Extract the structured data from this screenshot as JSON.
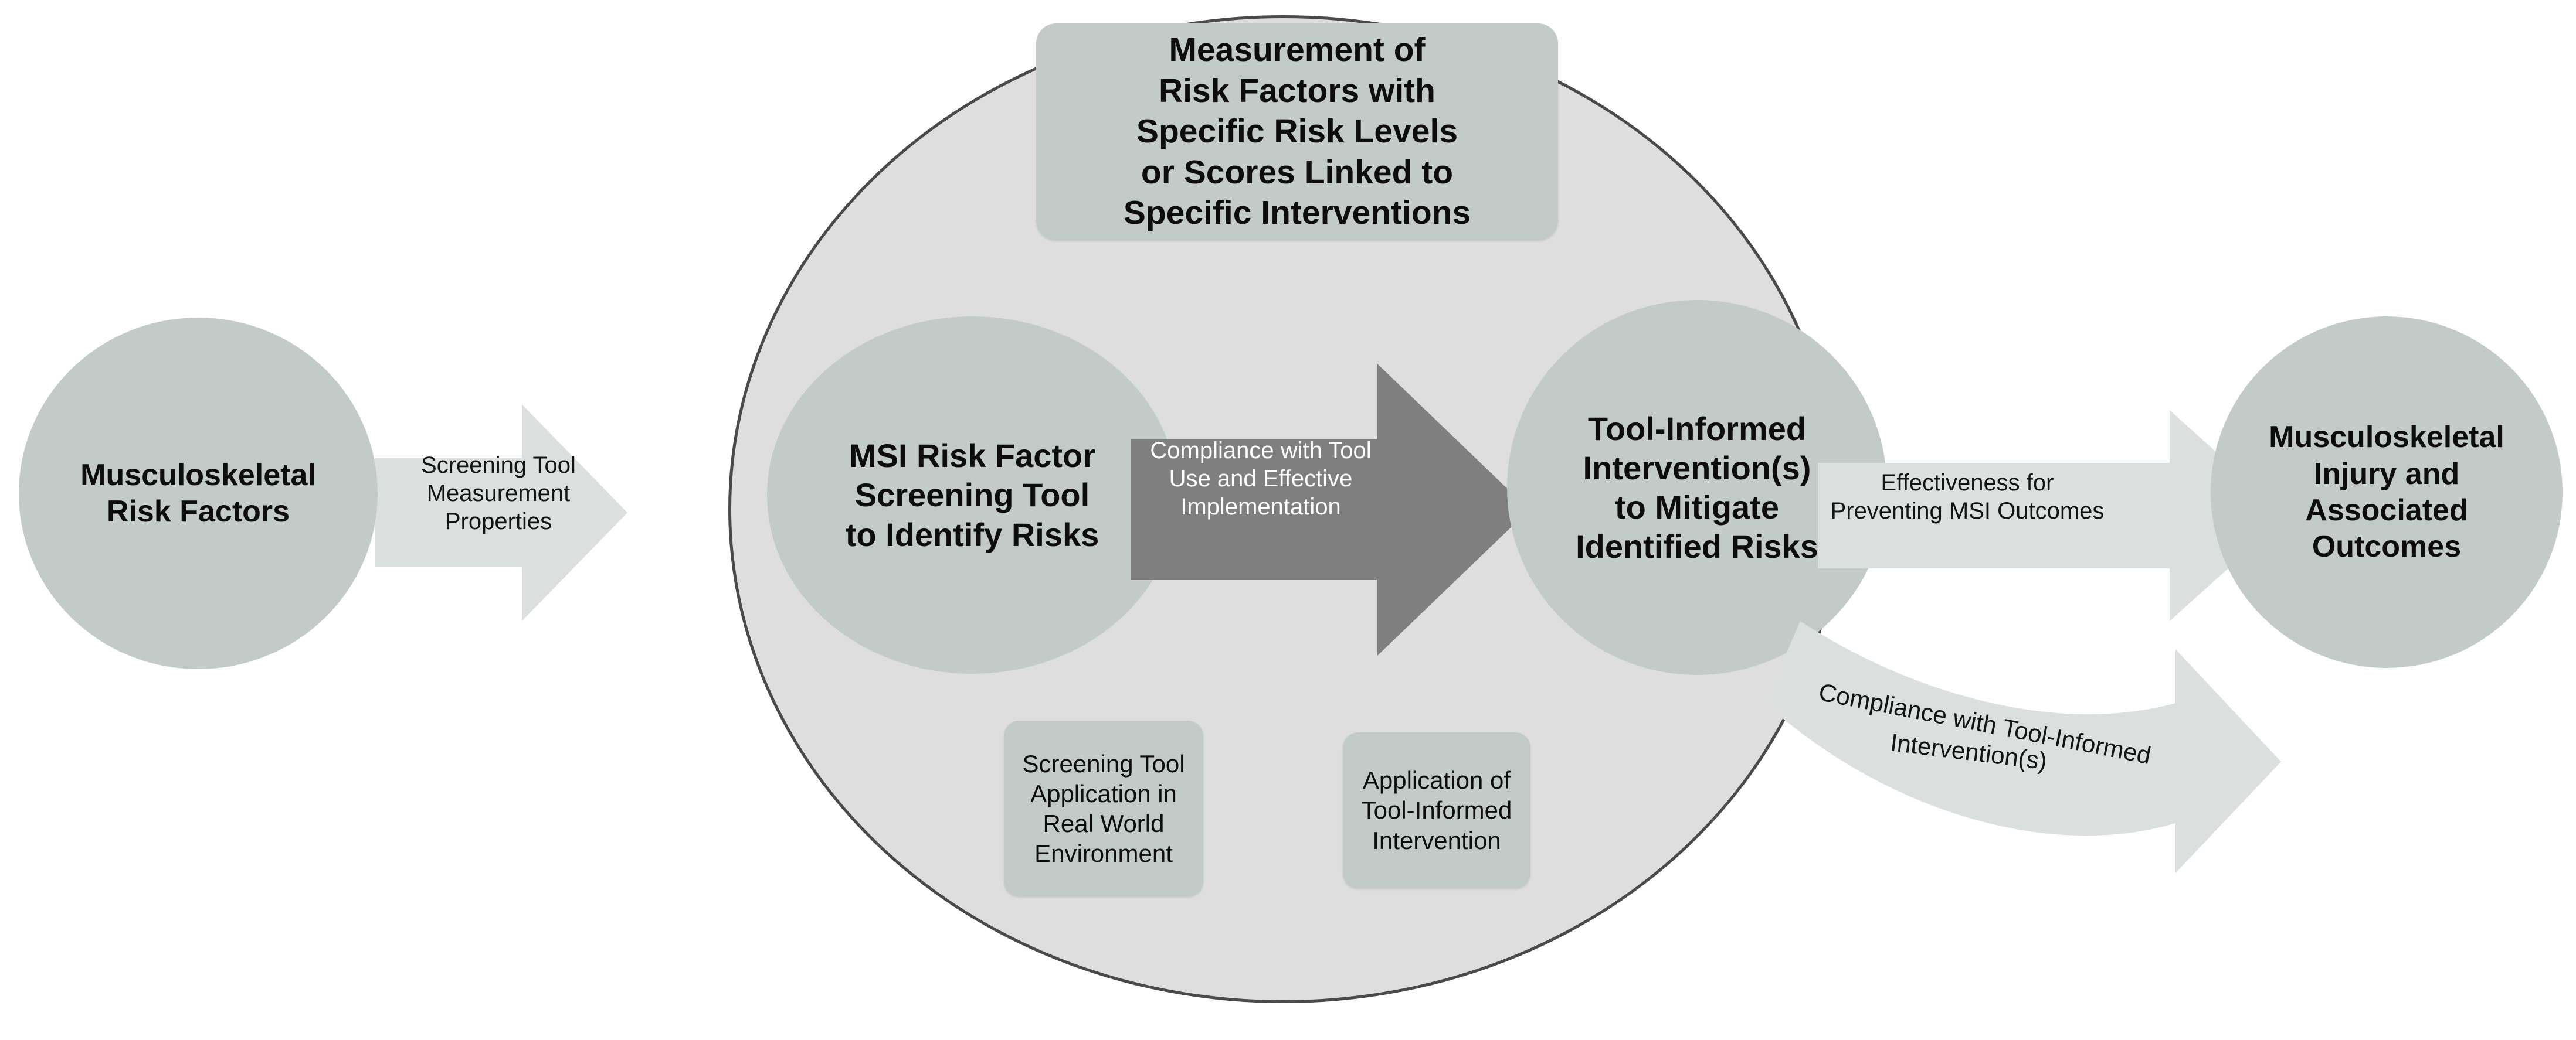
{
  "diagram": {
    "title": "Conceptual framework linking musculoskeletal risk factors, screening tools, tool-informed interventions and MSI outcomes",
    "colors": {
      "outer_circle_fill": "#dedede",
      "outer_circle_stroke": "#4a4a4a",
      "node_fill": "#c3cbc9",
      "box_fill": "#c3cbc9",
      "light_arrow_fill": "#dbe0de",
      "dark_arrow_fill": "#7f7f7f",
      "text_dark": "#0d0d0d",
      "text_light": "#ffffff"
    },
    "nodes": [
      {
        "id": "msk-risk-factors",
        "label": "Musculoskeletal\nRisk Factors"
      },
      {
        "id": "screening-tool",
        "label": "MSI Risk Factor\nScreening Tool\nto Identify Risks"
      },
      {
        "id": "intervention",
        "label": "Tool-Informed\nIntervention(s)\nto Mitigate\nIdentified Risks"
      },
      {
        "id": "msk-injury",
        "label": "Musculoskeletal\nInjury and\nAssociated\nOutcomes"
      }
    ],
    "boxes": [
      {
        "id": "measurement",
        "label": "Measurement of\nRisk Factors with\nSpecific Risk Levels\nor Scores Linked to\nSpecific Interventions"
      },
      {
        "id": "real-world",
        "label": "Screening Tool\nApplication in\nReal World\nEnvironment"
      },
      {
        "id": "apply-intervention",
        "label": "Application of\nTool-Informed\nIntervention"
      }
    ],
    "arrows": [
      {
        "id": "screening-properties",
        "label": "Screening Tool\nMeasurement\nProperties",
        "style": "light",
        "direction": "right"
      },
      {
        "id": "compliance-tool-use",
        "label": "Compliance with Tool\nUse and Effective\nImplementation",
        "style": "dark",
        "direction": "right"
      },
      {
        "id": "effectiveness",
        "label": "Effectiveness for\nPreventing MSI Outcomes",
        "style": "light",
        "direction": "right"
      },
      {
        "id": "compliance-intervention",
        "label_line1": "Compliance with Tool-Informed",
        "label_line2": "Intervention(s)",
        "style": "light",
        "direction": "curved-right"
      }
    ]
  }
}
